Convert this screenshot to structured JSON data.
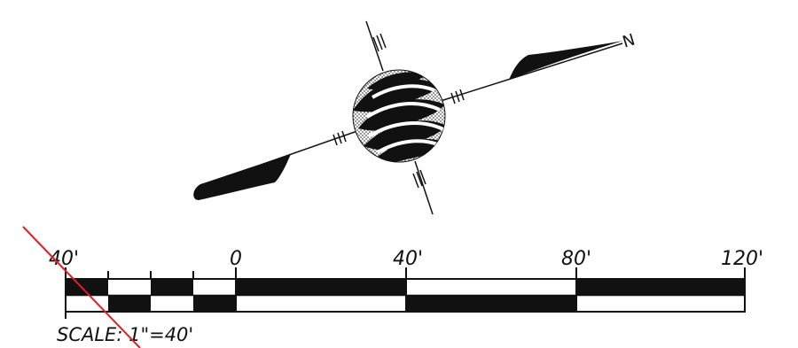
{
  "north_arrow": {
    "letter": "N",
    "icon": "north-arrow-icon",
    "ball_pattern": "swirl"
  },
  "scale_bar": {
    "tick_labels": [
      "40'",
      "0",
      "40'",
      "80'",
      "120'"
    ],
    "caption": "SCALE: 1\"=40'",
    "unit": "feet",
    "ratio": "1 in = 40 ft"
  },
  "colors": {
    "ink": "#111111",
    "paper": "#ffffff",
    "annotation_line": "#e02020"
  }
}
